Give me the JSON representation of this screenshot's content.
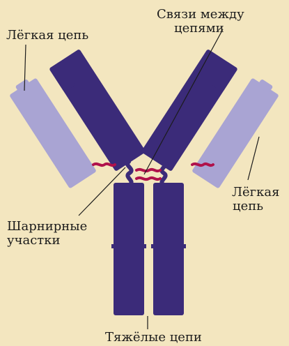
{
  "labels": {
    "light_chain_left": "Лёгкая цепь",
    "bonds_line1": "Связи между",
    "bonds_line2": "цепями",
    "light_chain_right_line1": "Лёгкая",
    "light_chain_right_line2": "цепь",
    "hinge_line1": "Шарнирные",
    "hinge_line2": "участки",
    "heavy_chains": "Тяжёлые цепи"
  },
  "colors": {
    "background": "#f3e6bf",
    "heavy_chain": "#3b2b79",
    "light_chain": "#a9a4d3",
    "bond": "#b0124b",
    "leader_line": "#1b1b1b"
  }
}
